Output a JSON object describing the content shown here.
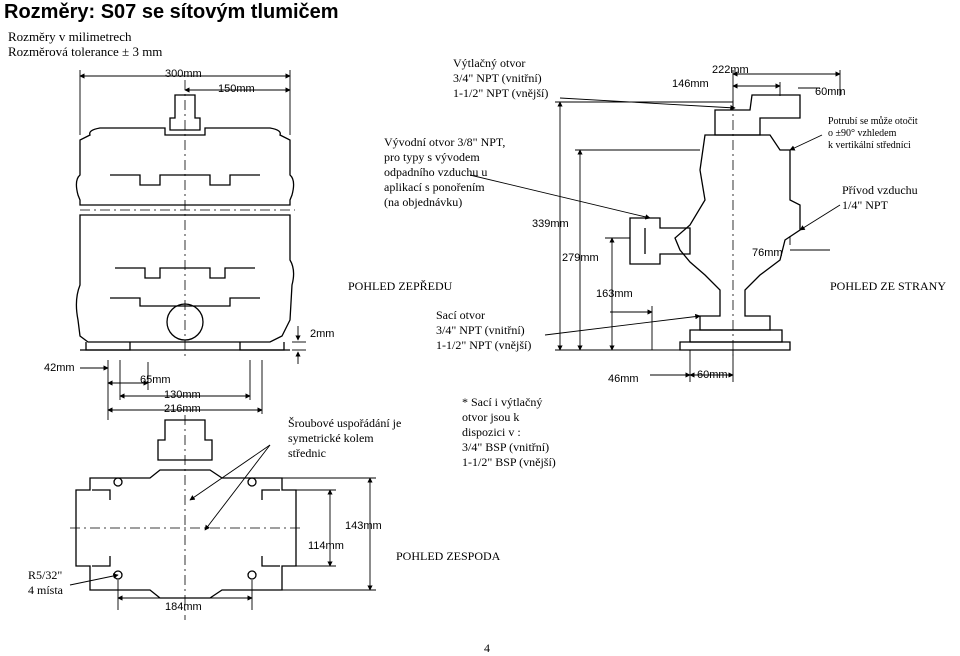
{
  "title": "Rozměry: S07 se sítovým tlumičem",
  "intro": [
    "Rozměry v milimetrech",
    "Rozměrová tolerance ± 3 mm"
  ],
  "callouts": {
    "discharge": [
      "Výtlačný otvor",
      "3/4\" NPT (vnitřní)",
      "1-1/2\" NPT (vnější)"
    ],
    "exhaust": [
      "Vývodní otvor 3/8\" NPT,",
      "pro typy s vývodem",
      "odpadního vzduchu u",
      "aplikací s ponořením",
      "(na objednávku)"
    ],
    "piping": [
      "Potrubí se může otočit",
      "o ±90° vzhledem",
      "k  vertikální středníci"
    ],
    "air_inlet": [
      "Přívod vzduchu",
      "1/4\" NPT"
    ],
    "suction": [
      "Sací otvor",
      "3/4\" NPT (vnitřní)",
      "1-1/2\" NPT (vnější)"
    ],
    "bolts": [
      "Šroubové uspořádání je",
      "symetrické kolem",
      "střednic"
    ],
    "bsp_note": [
      "* Sací i výtlačný",
      "otvor jsou k",
      "dispozici v :",
      "3/4\" BSP (vnitřní)",
      "1-1/2\" BSP (vnější)"
    ],
    "radius": [
      "R5/32\"",
      "4 místa"
    ]
  },
  "views": {
    "front": "POHLED ZEPŘEDU",
    "side": "POHLED ZE STRANY",
    "bottom": "POHLED ZESPODA"
  },
  "dimensions": {
    "d300": "300mm",
    "d150": "150mm",
    "d222": "222mm",
    "d146": "146mm",
    "d60_top": "60mm",
    "d339": "339mm",
    "d279": "279mm",
    "d76": "76mm",
    "d163": "163mm",
    "d2": "2mm",
    "d42": "42mm",
    "d65": "65mm",
    "d130": "130mm",
    "d216": "216mm",
    "d46": "46mm",
    "d60_bottom": "60mm",
    "d143": "143mm",
    "d114": "114mm",
    "d184": "184mm"
  },
  "page_number": "4"
}
